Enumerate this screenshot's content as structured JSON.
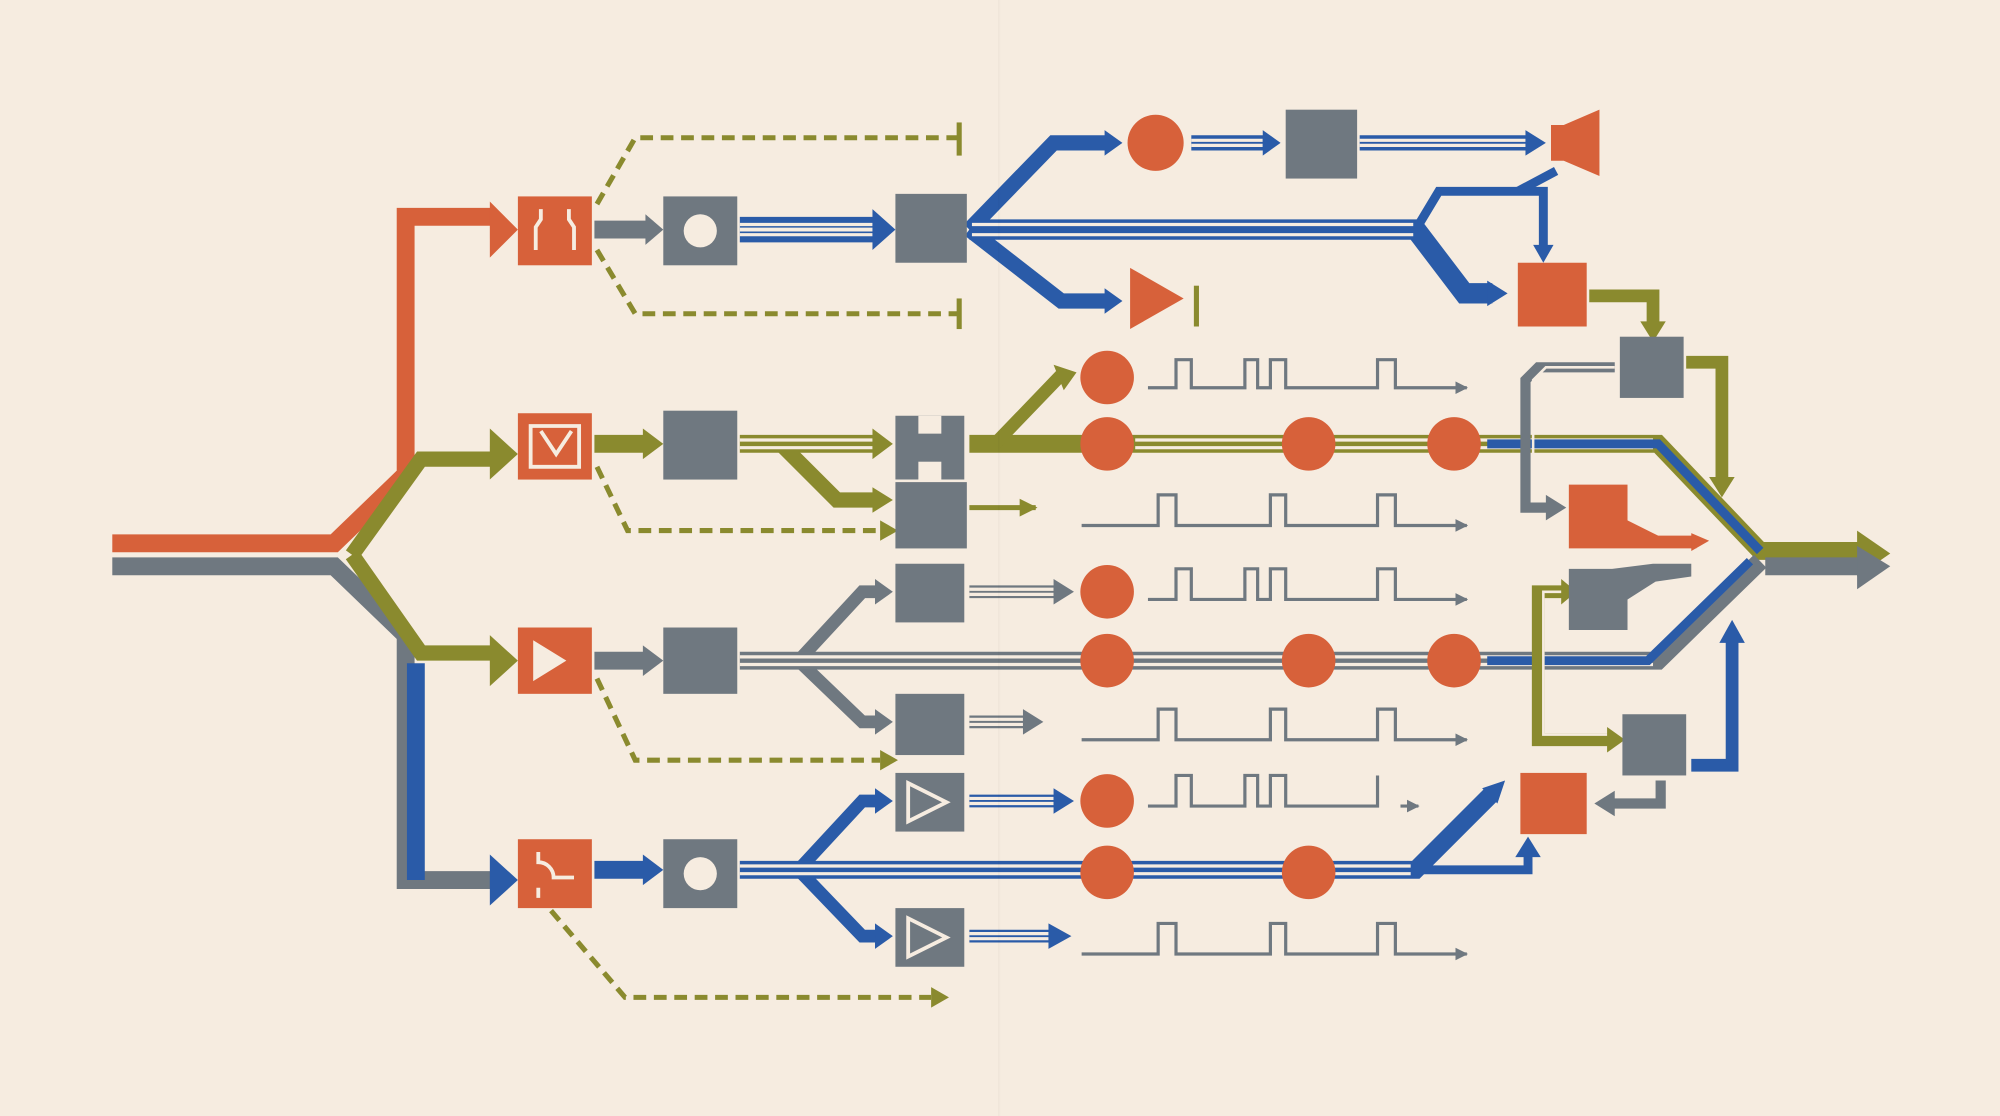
{
  "diagram": {
    "title": "",
    "colors": {
      "background": "#f6ece0",
      "orange": "#d7613a",
      "gray": "#6f7880",
      "olive": "#8a8a2e",
      "blue": "#2a5ba8",
      "white": "#f6ece0"
    },
    "nodes": [
      {
        "id": "demux-a",
        "kind": "box",
        "fill": "orange",
        "icon": "bracket-glyph"
      },
      {
        "id": "demux-b",
        "kind": "box",
        "fill": "orange",
        "icon": "chevron-glyph"
      },
      {
        "id": "demux-c",
        "kind": "box",
        "fill": "orange",
        "icon": "triangle-glyph"
      },
      {
        "id": "demux-d",
        "kind": "box",
        "fill": "orange",
        "icon": "notch-glyph"
      },
      {
        "id": "proc-a",
        "kind": "box",
        "fill": "gray",
        "icon": "circle-glyph"
      },
      {
        "id": "proc-b",
        "kind": "box",
        "fill": "gray",
        "icon": "none"
      },
      {
        "id": "proc-c",
        "kind": "box",
        "fill": "gray",
        "icon": "none"
      },
      {
        "id": "proc-d",
        "kind": "box",
        "fill": "gray",
        "icon": "circle-glyph"
      },
      {
        "id": "stage-a",
        "kind": "box",
        "fill": "gray",
        "icon": "none"
      },
      {
        "id": "stage-b1",
        "kind": "box",
        "fill": "gray",
        "icon": "h-glyph"
      },
      {
        "id": "stage-b2",
        "kind": "box",
        "fill": "gray",
        "icon": "none"
      },
      {
        "id": "stage-c1",
        "kind": "box",
        "fill": "gray",
        "icon": "none"
      },
      {
        "id": "stage-c2",
        "kind": "box",
        "fill": "gray",
        "icon": "none"
      },
      {
        "id": "stage-d1",
        "kind": "box",
        "fill": "gray",
        "icon": "triangle-glyph"
      },
      {
        "id": "stage-d2",
        "kind": "box",
        "fill": "gray",
        "icon": "triangle-glyph"
      },
      {
        "id": "top-square",
        "kind": "box",
        "fill": "gray",
        "icon": "none"
      },
      {
        "id": "speaker",
        "kind": "speaker",
        "fill": "orange",
        "icon": "speaker-icon"
      },
      {
        "id": "play-marker",
        "kind": "play",
        "fill": "orange",
        "icon": "play-icon"
      },
      {
        "id": "merge-top-orange",
        "kind": "box",
        "fill": "orange",
        "icon": "none"
      },
      {
        "id": "merge-top-gray",
        "kind": "box",
        "fill": "gray",
        "icon": "none"
      },
      {
        "id": "merge-bottom-gray",
        "kind": "box",
        "fill": "gray",
        "icon": "none"
      },
      {
        "id": "merge-bottom-orange",
        "kind": "box",
        "fill": "orange",
        "icon": "none"
      },
      {
        "id": "combiner-orange",
        "kind": "boot",
        "fill": "orange",
        "icon": "boot-icon"
      },
      {
        "id": "combiner-gray",
        "kind": "boot",
        "fill": "gray",
        "icon": "boot-icon"
      }
    ],
    "signals": [
      {
        "id": "pulse-1",
        "pattern": "burst"
      },
      {
        "id": "pulse-2",
        "pattern": "regular"
      },
      {
        "id": "pulse-3",
        "pattern": "burst"
      },
      {
        "id": "pulse-4",
        "pattern": "regular"
      },
      {
        "id": "pulse-5",
        "pattern": "burst"
      },
      {
        "id": "pulse-6",
        "pattern": "regular"
      }
    ]
  }
}
